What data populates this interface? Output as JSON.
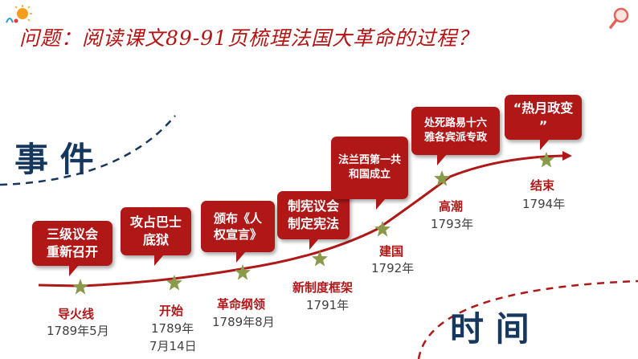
{
  "question": "问题：阅读课文89-91页梳理法国大革命的过程？",
  "labels": {
    "event": "事 件",
    "time": "时 间"
  },
  "bubbles": [
    {
      "line1": "三级议会",
      "line2": "重新召开"
    },
    {
      "line1": "攻占巴士",
      "line2": "底狱"
    },
    {
      "line1": "颁布《人",
      "line2": "权宣言》"
    },
    {
      "line1": "制宪议会",
      "line2": "制定宪法"
    },
    {
      "line1": "法兰西第一共",
      "line2": "和国成立"
    },
    {
      "line1": "处死路易十六",
      "line2": "雅各宾派专政"
    },
    {
      "line1": "“热月政变",
      "line2": "”"
    }
  ],
  "milestones": [
    {
      "stage": "导火线",
      "date": "1789年5月"
    },
    {
      "stage": "开始",
      "date": "1789年",
      "date2": "7月14日"
    },
    {
      "stage": "革命纲领",
      "date": "1789年8月"
    },
    {
      "stage": "新制度框架",
      "date": "1791年"
    },
    {
      "stage": "建国",
      "date": "1792年"
    },
    {
      "stage": "高潮",
      "date": "1793年"
    },
    {
      "stage": "结束",
      "date": "1794年"
    }
  ],
  "colors": {
    "accent": "#b01818",
    "navy": "#16385e",
    "star": "#8a9a4a"
  },
  "icons": [
    "sun-logo-icon",
    "magnifier-icon"
  ]
}
